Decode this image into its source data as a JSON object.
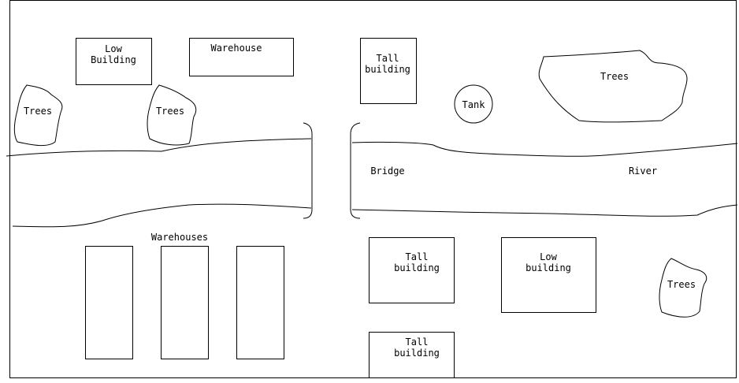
{
  "colors": {
    "ink": "#000000",
    "paper": "#ffffff"
  },
  "labels": {
    "low_building_nw": [
      "Low",
      "Building"
    ],
    "warehouse_n": "Warehouse",
    "tall_building_n": [
      "Tall",
      "building"
    ],
    "tank": "Tank",
    "trees_ne": "Trees",
    "trees_w1": "Trees",
    "trees_w2": "Trees",
    "bridge": "Bridge",
    "river": "River",
    "warehouses": "Warehouses",
    "tall_building_s1": [
      "Tall",
      "building"
    ],
    "low_building_s": [
      "Low",
      "building"
    ],
    "trees_se": "Trees",
    "tall_building_s2": [
      "Tall",
      "building"
    ]
  }
}
